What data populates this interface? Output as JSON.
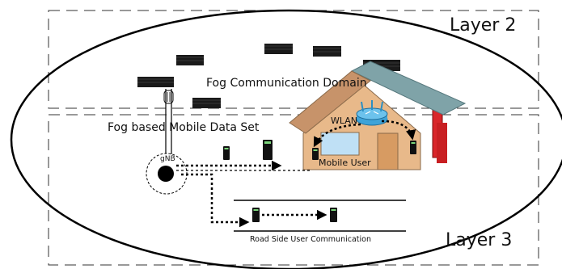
{
  "labels": {
    "layer2": "Layer 2",
    "layer3": "Layer 3",
    "fog_domain": "Fog Communication Domain",
    "fog_dataset": "Fog based Mobile Data Set",
    "wlan": "WLAN",
    "mobile_user": "Mobile User",
    "gnb": "gNB",
    "road_side": "Road Side User Communication"
  },
  "colors": {
    "house_wall": "#e8b98a",
    "house_roof": "#7fa3a8",
    "chimney": "#d9262a",
    "window": "#bfe0f5",
    "door": "#d79b62",
    "router": "#3ea3d8",
    "server": "#1a1a1a",
    "device": "#111111",
    "screen_green": "#7bd67b"
  }
}
